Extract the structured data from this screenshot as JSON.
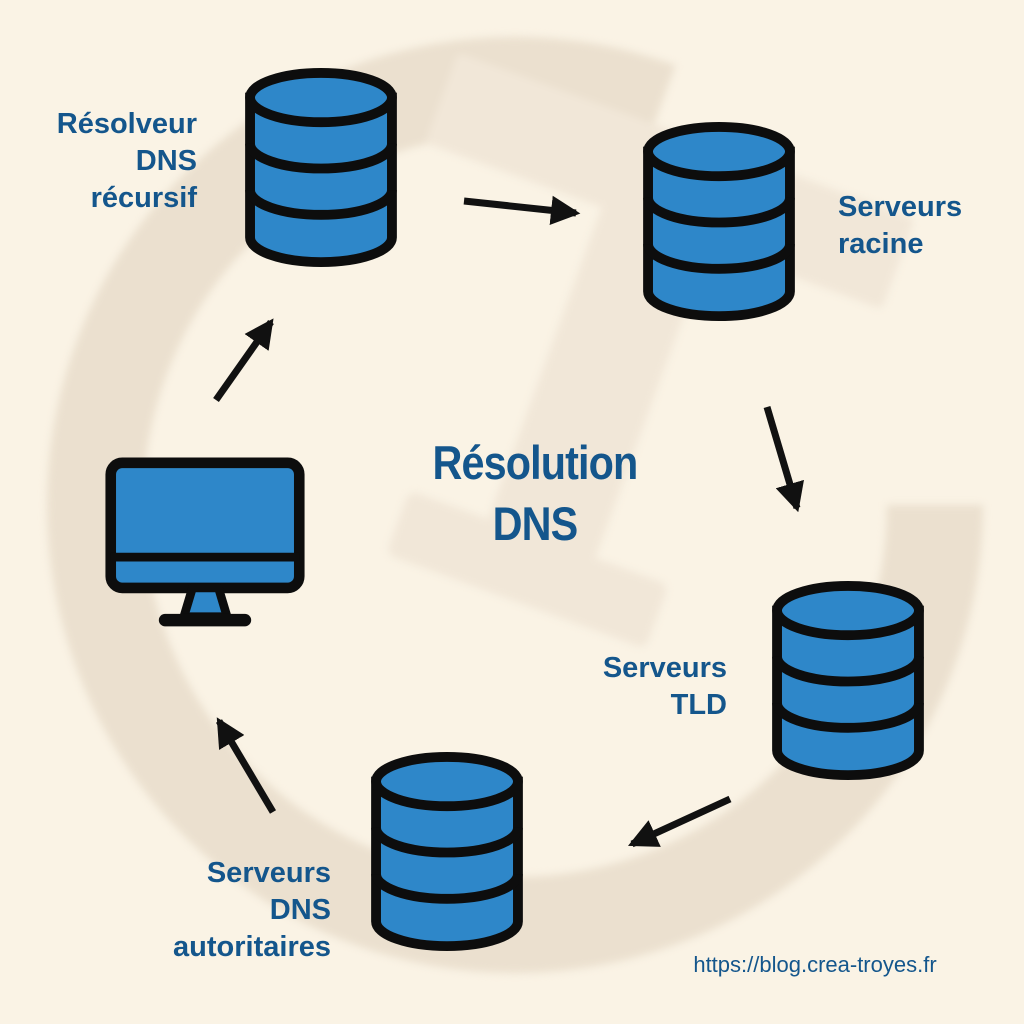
{
  "diagram": {
    "title": {
      "line1": "Résolution",
      "line2": "DNS"
    },
    "nodes": {
      "resolver": {
        "label_line1": "Résolveur",
        "label_line2": "DNS",
        "label_line3": "récursif",
        "icon": "database-icon"
      },
      "root_servers": {
        "label_line1": "Serveurs",
        "label_line2": "racine",
        "icon": "database-icon"
      },
      "tld_servers": {
        "label_line1": "Serveurs",
        "label_line2": "TLD",
        "icon": "database-icon"
      },
      "authoritative_servers": {
        "label_line1": "Serveurs",
        "label_line2": "DNS",
        "label_line3": "autoritaires",
        "icon": "database-icon"
      },
      "client_computer": {
        "icon": "computer-monitor-icon"
      }
    },
    "flow_arrows": [
      {
        "from": "resolver",
        "to": "root_servers"
      },
      {
        "from": "root_servers",
        "to": "tld_servers"
      },
      {
        "from": "tld_servers",
        "to": "authoritative_servers"
      },
      {
        "from": "authoritative_servers",
        "to": "client_computer"
      },
      {
        "from": "client_computer",
        "to": "resolver"
      }
    ],
    "footer": {
      "url": "https://blog.crea-troyes.fr"
    },
    "colors": {
      "background": "#faf3e5",
      "icon_fill": "#2e87c9",
      "icon_outline": "#0d0d0d",
      "label_text": "#14568c",
      "arrow_color": "#111111",
      "watermark_dark": "#ebe0cf",
      "watermark_light": "#f1e7d8"
    }
  }
}
